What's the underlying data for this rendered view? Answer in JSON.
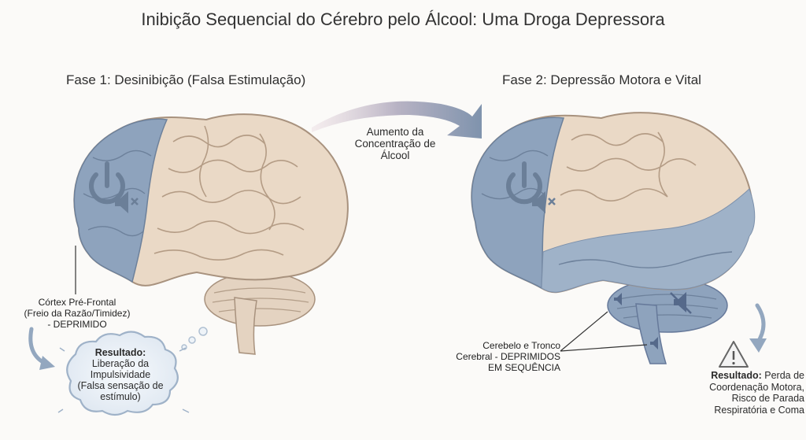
{
  "title": "Inibição Sequencial do Cérebro pelo Álcool: Uma Droga Depressora",
  "phase1": {
    "heading": "Fase 1: Desinibição (Falsa Estimulação)",
    "pfc_label": [
      "Córtex Pré-Frontal",
      "(Freio da Razão/Timidez)",
      "- DEPRIMIDO"
    ],
    "result_title": "Resultado:",
    "result_lines": [
      "Liberação da",
      "Impulsividade",
      "(Falsa sensação de",
      "estímulo)"
    ]
  },
  "transition": {
    "label": [
      "Aumento da",
      "Concentração de",
      "Álcool"
    ]
  },
  "phase2": {
    "heading": "Fase 2: Depressão Motora e Vital",
    "cerebellum_label": [
      "Cerebelo e Tronco",
      "Cerebral - DEPRIMIDOS",
      "EM SEQUÊNCIA"
    ],
    "result_title": "Resultado:",
    "result_lines": [
      "Perda de",
      "Coordenação Motora,",
      "Risco de Parada",
      "Respiratória e Coma"
    ]
  },
  "icons": [
    "power-off-icon",
    "muted-speaker-icon",
    "warning-icon"
  ],
  "colors": {
    "depressed_region": "#8ea3bd",
    "active_region": "#ead9c6",
    "arrow": "#7f93ad"
  }
}
